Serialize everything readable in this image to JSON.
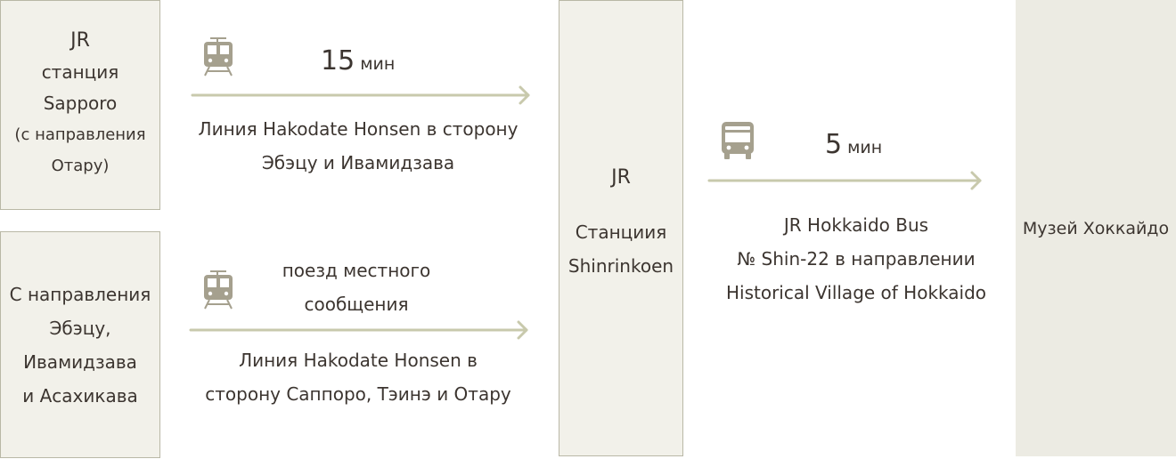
{
  "left_top": {
    "jr": "JR",
    "line1": "станция",
    "line2": "Sapporo",
    "line3": "(с направления",
    "line4": "Отару)"
  },
  "left_bottom": {
    "line1": "С направления",
    "line2": "Эбэцу,",
    "line3": "Ивамидзава",
    "line4": "и Асахикава"
  },
  "route_top": {
    "icon": "train-icon",
    "duration_value": "15",
    "duration_unit": "мин",
    "desc_line1": "Линия Hakodate Honsen в сторону",
    "desc_line2": "Эбэцу и Ивамидзава"
  },
  "route_bottom": {
    "icon": "train-icon",
    "label_line1": "поезд местного",
    "label_line2": "сообщения",
    "desc_line1": "Линия Hakodate Honsen в",
    "desc_line2": "сторону Саппоро, Тэинэ и Отару"
  },
  "middle": {
    "jr": "JR",
    "line1": "Станциия",
    "line2": "Shinrinkoen"
  },
  "route_bus": {
    "icon": "bus-icon",
    "duration_value": "5",
    "duration_unit": "мин",
    "desc_line1": "JR Hokkaido Bus",
    "desc_line2": "№ Shin-22 в направлении",
    "desc_line3": "Historical Village of Hokkaido"
  },
  "destination": {
    "label": "Музей Хоккайдо"
  },
  "colors": {
    "box_fill": "#f2f1ea",
    "box_border": "#b9b8a6",
    "arrow": "#c8c9ac",
    "icon": "#a5a08e",
    "text": "#3c3530"
  }
}
